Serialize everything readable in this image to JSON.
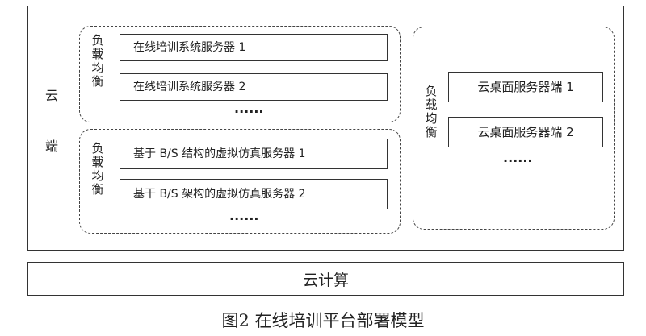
{
  "cloud_end_label": [
    "云",
    "端"
  ],
  "group1": {
    "lb_label": [
      "负",
      "载",
      "均",
      "衡"
    ],
    "servers": [
      "在线培训系统服务器 1",
      "在线培训系统服务器 2"
    ],
    "ellipsis": "······"
  },
  "group2": {
    "lb_label": [
      "负",
      "载",
      "均",
      "衡"
    ],
    "servers": [
      "基于 B/S 结构的虚拟仿真服务器 1",
      "基干 B/S 架构的虚拟仿真服务器 2"
    ],
    "ellipsis": "······"
  },
  "group3": {
    "lb_label": [
      "负",
      "载",
      "均",
      "衡"
    ],
    "servers": [
      "云桌面服务器端 1",
      "云桌面服务器端 2"
    ],
    "ellipsis": "······"
  },
  "cloud_computing": "云计算",
  "caption": "图2 在线培训平台部署模型"
}
